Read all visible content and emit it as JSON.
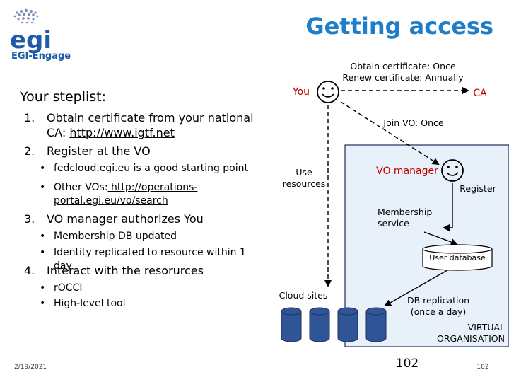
{
  "header": {
    "title": "Getting access",
    "logo_text": "egi",
    "logo_subtitle": "EGI-Engage"
  },
  "steplist": {
    "heading": "Your steplist:",
    "steps": [
      {
        "num": "1.",
        "text": "Obtain certificate from your national CA: ",
        "link": "http://www.igtf.net"
      },
      {
        "num": "2.",
        "text": "Register at the VO"
      },
      {
        "num": "3.",
        "text": "VO manager authorizes You"
      },
      {
        "num": "4.",
        "text": "Interact with the resorurces"
      }
    ],
    "step2_bullets": [
      {
        "text": "fedcloud.egi.eu is a good starting point"
      },
      {
        "text": "Other VOs:",
        "link": " http://operations-portal.egi.eu/vo/search"
      }
    ],
    "step3_bullets": [
      {
        "text": "Membership DB updated"
      },
      {
        "text": "Identity replicated to resource within 1 day"
      }
    ],
    "step4_bullets": [
      {
        "text": "rOCCI"
      },
      {
        "text": "High-level tool"
      }
    ]
  },
  "diagram": {
    "cert_line1": "Obtain certificate: Once",
    "cert_line2": "Renew certificate: Annually",
    "you": "You",
    "ca": "CA",
    "join_vo": "Join VO: Once",
    "use_resources": "Use resources",
    "vo_manager": "VO manager",
    "register": "Register",
    "membership_service": "Membership service",
    "user_database": "User database",
    "cloud_sites": "Cloud sites",
    "db_replication": "DB replication (once a day)",
    "virtual_org": "VIRTUAL ORGANISATION"
  },
  "footer": {
    "date": "2/19/2021",
    "page": "102",
    "page_small": "102"
  },
  "colors": {
    "title_blue": "#1f7ec7",
    "logo_blue": "#1f5ba8",
    "role_red": "#c00000",
    "vo_box_fill": "#e8f1fa",
    "cylinder_blue": "#2f5597"
  }
}
